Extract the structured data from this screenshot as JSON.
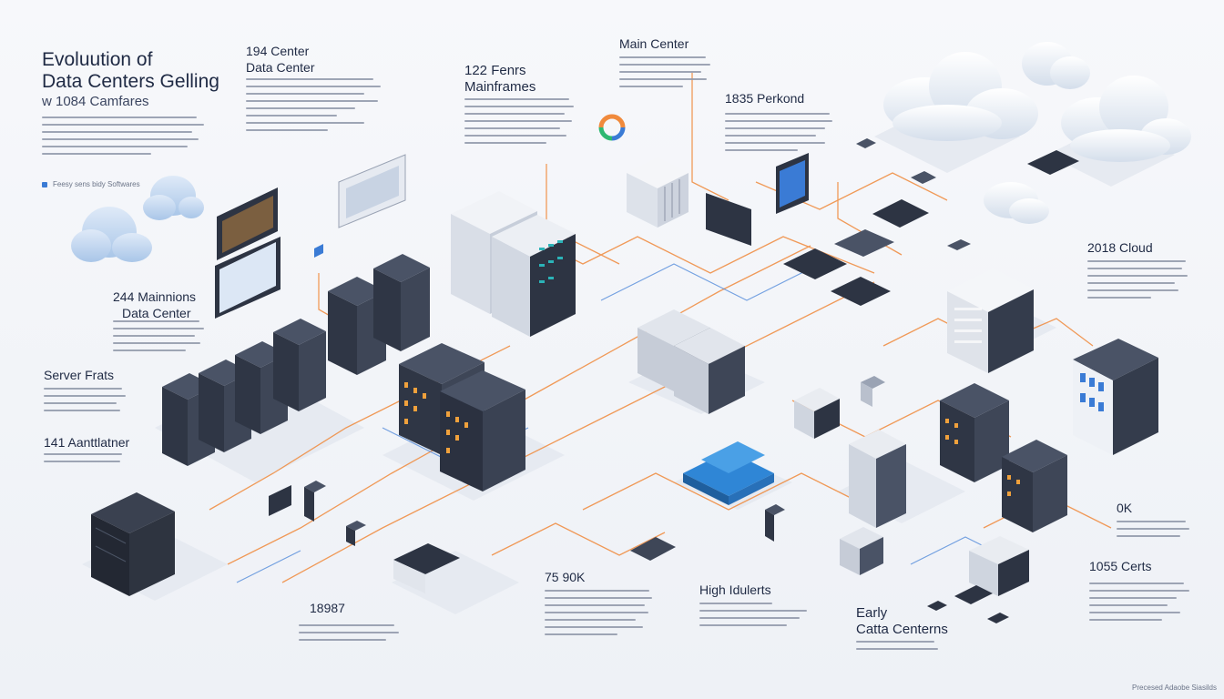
{
  "header": {
    "title_line1": "Evoluution of",
    "title_line2": "Data Centers Gelling",
    "subtitle": "w 1084 Camfares"
  },
  "legend": {
    "text": "Feesy sens bidy Softwares"
  },
  "labels": {
    "l194_line1": "194 Center",
    "l194_line2": "Data Center",
    "l122_line1": "122 Fenrs",
    "l122_line2": "Mainframes",
    "main_center": "Main Center",
    "l1835": "1835 Perkond",
    "l2018": "2018 Cloud",
    "l244_line1": "244 Mainnions",
    "l244_line2": "Data Center",
    "server_frats": "Server Frats",
    "l141": "141 Aanttlatner",
    "l18987": "18987",
    "l75": "75 90K",
    "high": "High Idulerts",
    "early_line1": "Early",
    "early_line2": "Catta Centerns",
    "l0k": "0K",
    "l1055": "1055 Certs"
  },
  "credit": "Precesed Adaobe Siasilds",
  "colors": {
    "accent": "#f08a3c",
    "server_dark": "#343c4c",
    "server_light": "#eceff4",
    "cloud": "#dde6f2",
    "blue": "#2f86d6"
  }
}
